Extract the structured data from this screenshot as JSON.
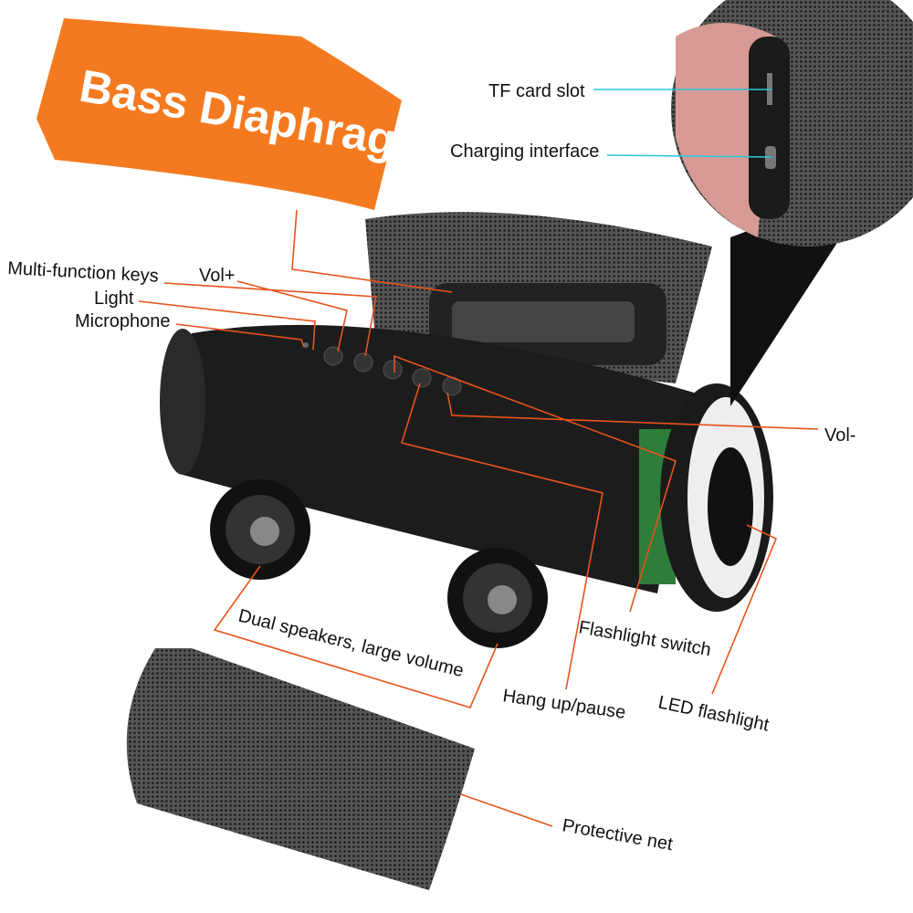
{
  "banner": {
    "title": "Bass Diaphragm",
    "color": "#f47a1f"
  },
  "colors": {
    "leader": "#e8531c",
    "inset_leader": "#2bc6d8",
    "body": "#1c1c1c"
  },
  "inset": {
    "labels": [
      "TF card slot",
      "Charging interface"
    ]
  },
  "labels": {
    "multi_function_keys": "Multi-function keys",
    "vol_plus": "Vol+",
    "light": "Light",
    "microphone": "Microphone",
    "vol_minus": "Vol-",
    "dual_speakers": "Dual speakers, large volume",
    "flashlight_switch": "Flashlight switch",
    "hang_up": "Hang up/pause",
    "led_flashlight": "LED flashlight",
    "protective_net": "Protective net"
  }
}
